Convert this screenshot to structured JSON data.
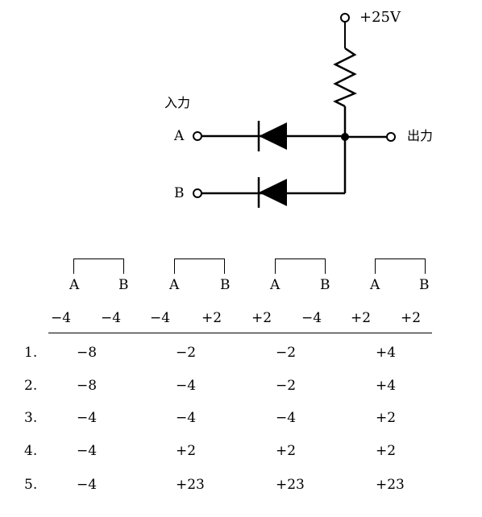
{
  "circuit": {
    "supply_label": "+25V",
    "input_label": "入力",
    "output_label": "出力",
    "input_a": "A",
    "input_b": "B"
  },
  "table": {
    "groups": [
      {
        "a": "A",
        "b": "B",
        "va": "−4",
        "vb": "−4"
      },
      {
        "a": "A",
        "b": "B",
        "va": "−4",
        "vb": "+2"
      },
      {
        "a": "A",
        "b": "B",
        "va": "+2",
        "vb": "−4"
      },
      {
        "a": "A",
        "b": "B",
        "va": "+2",
        "vb": "+2"
      }
    ],
    "rows": [
      {
        "label": "1.",
        "cells": [
          "−8",
          "−2",
          "−2",
          "+4"
        ]
      },
      {
        "label": "2.",
        "cells": [
          "−8",
          "−4",
          "−2",
          "+4"
        ]
      },
      {
        "label": "3.",
        "cells": [
          "−4",
          "−4",
          "−4",
          "+2"
        ]
      },
      {
        "label": "4.",
        "cells": [
          "−4",
          "+2",
          "+2",
          "+2"
        ]
      },
      {
        "label": "5.",
        "cells": [
          "−4",
          "+23",
          "+23",
          "+23"
        ]
      }
    ]
  }
}
